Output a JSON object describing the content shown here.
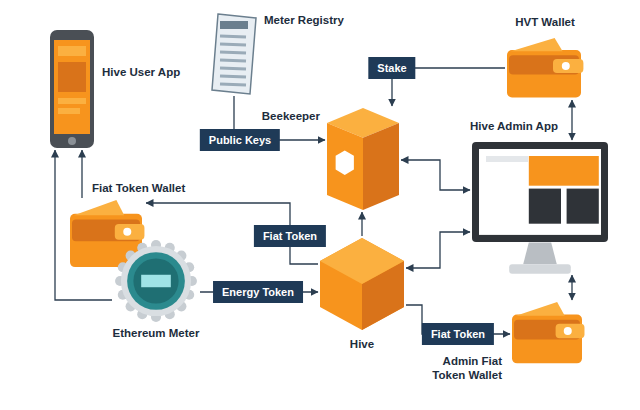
{
  "diagram": {
    "nodes": [
      {
        "text": [
          "Hive User App"
        ]
      },
      {
        "text": [
          "Meter Registry"
        ]
      },
      {
        "text": [
          "HVT Wallet"
        ]
      },
      {
        "text": [
          "Beekeeper"
        ]
      },
      {
        "text": [
          "Hive Admin App"
        ]
      },
      {
        "text": [
          "Fiat Token Wallet"
        ]
      },
      {
        "text": [
          "Ethereum Meter"
        ]
      },
      {
        "text": [
          "Hive"
        ]
      },
      {
        "text": [
          "Admin Fiat Token Wallet"
        ]
      }
    ],
    "edges": [
      {
        "from": 2,
        "to": 3,
        "label": "Stake",
        "arrow": "to"
      },
      {
        "from": 1,
        "to": 3,
        "label": "Public Keys",
        "arrow": "to"
      },
      {
        "from": 2,
        "to": 4,
        "arrow": "both"
      },
      {
        "from": 3,
        "to": 4,
        "arrow": "both"
      },
      {
        "from": 7,
        "to": 4,
        "arrow": "both"
      },
      {
        "from": 8,
        "to": 4,
        "arrow": "both"
      },
      {
        "from": 7,
        "to": 8,
        "label": "Fiat Token",
        "arrow": "to"
      },
      {
        "from": 7,
        "to": 5,
        "label": "Fiat Token",
        "arrow": "to"
      },
      {
        "from": 6,
        "to": 7,
        "label": "Energy Token",
        "arrow": "to"
      },
      {
        "from": 7,
        "to": 3,
        "arrow": "to"
      },
      {
        "from": 5,
        "to": 0,
        "arrow": "to"
      },
      {
        "from": 6,
        "to": 0,
        "arrow": "to"
      }
    ]
  }
}
